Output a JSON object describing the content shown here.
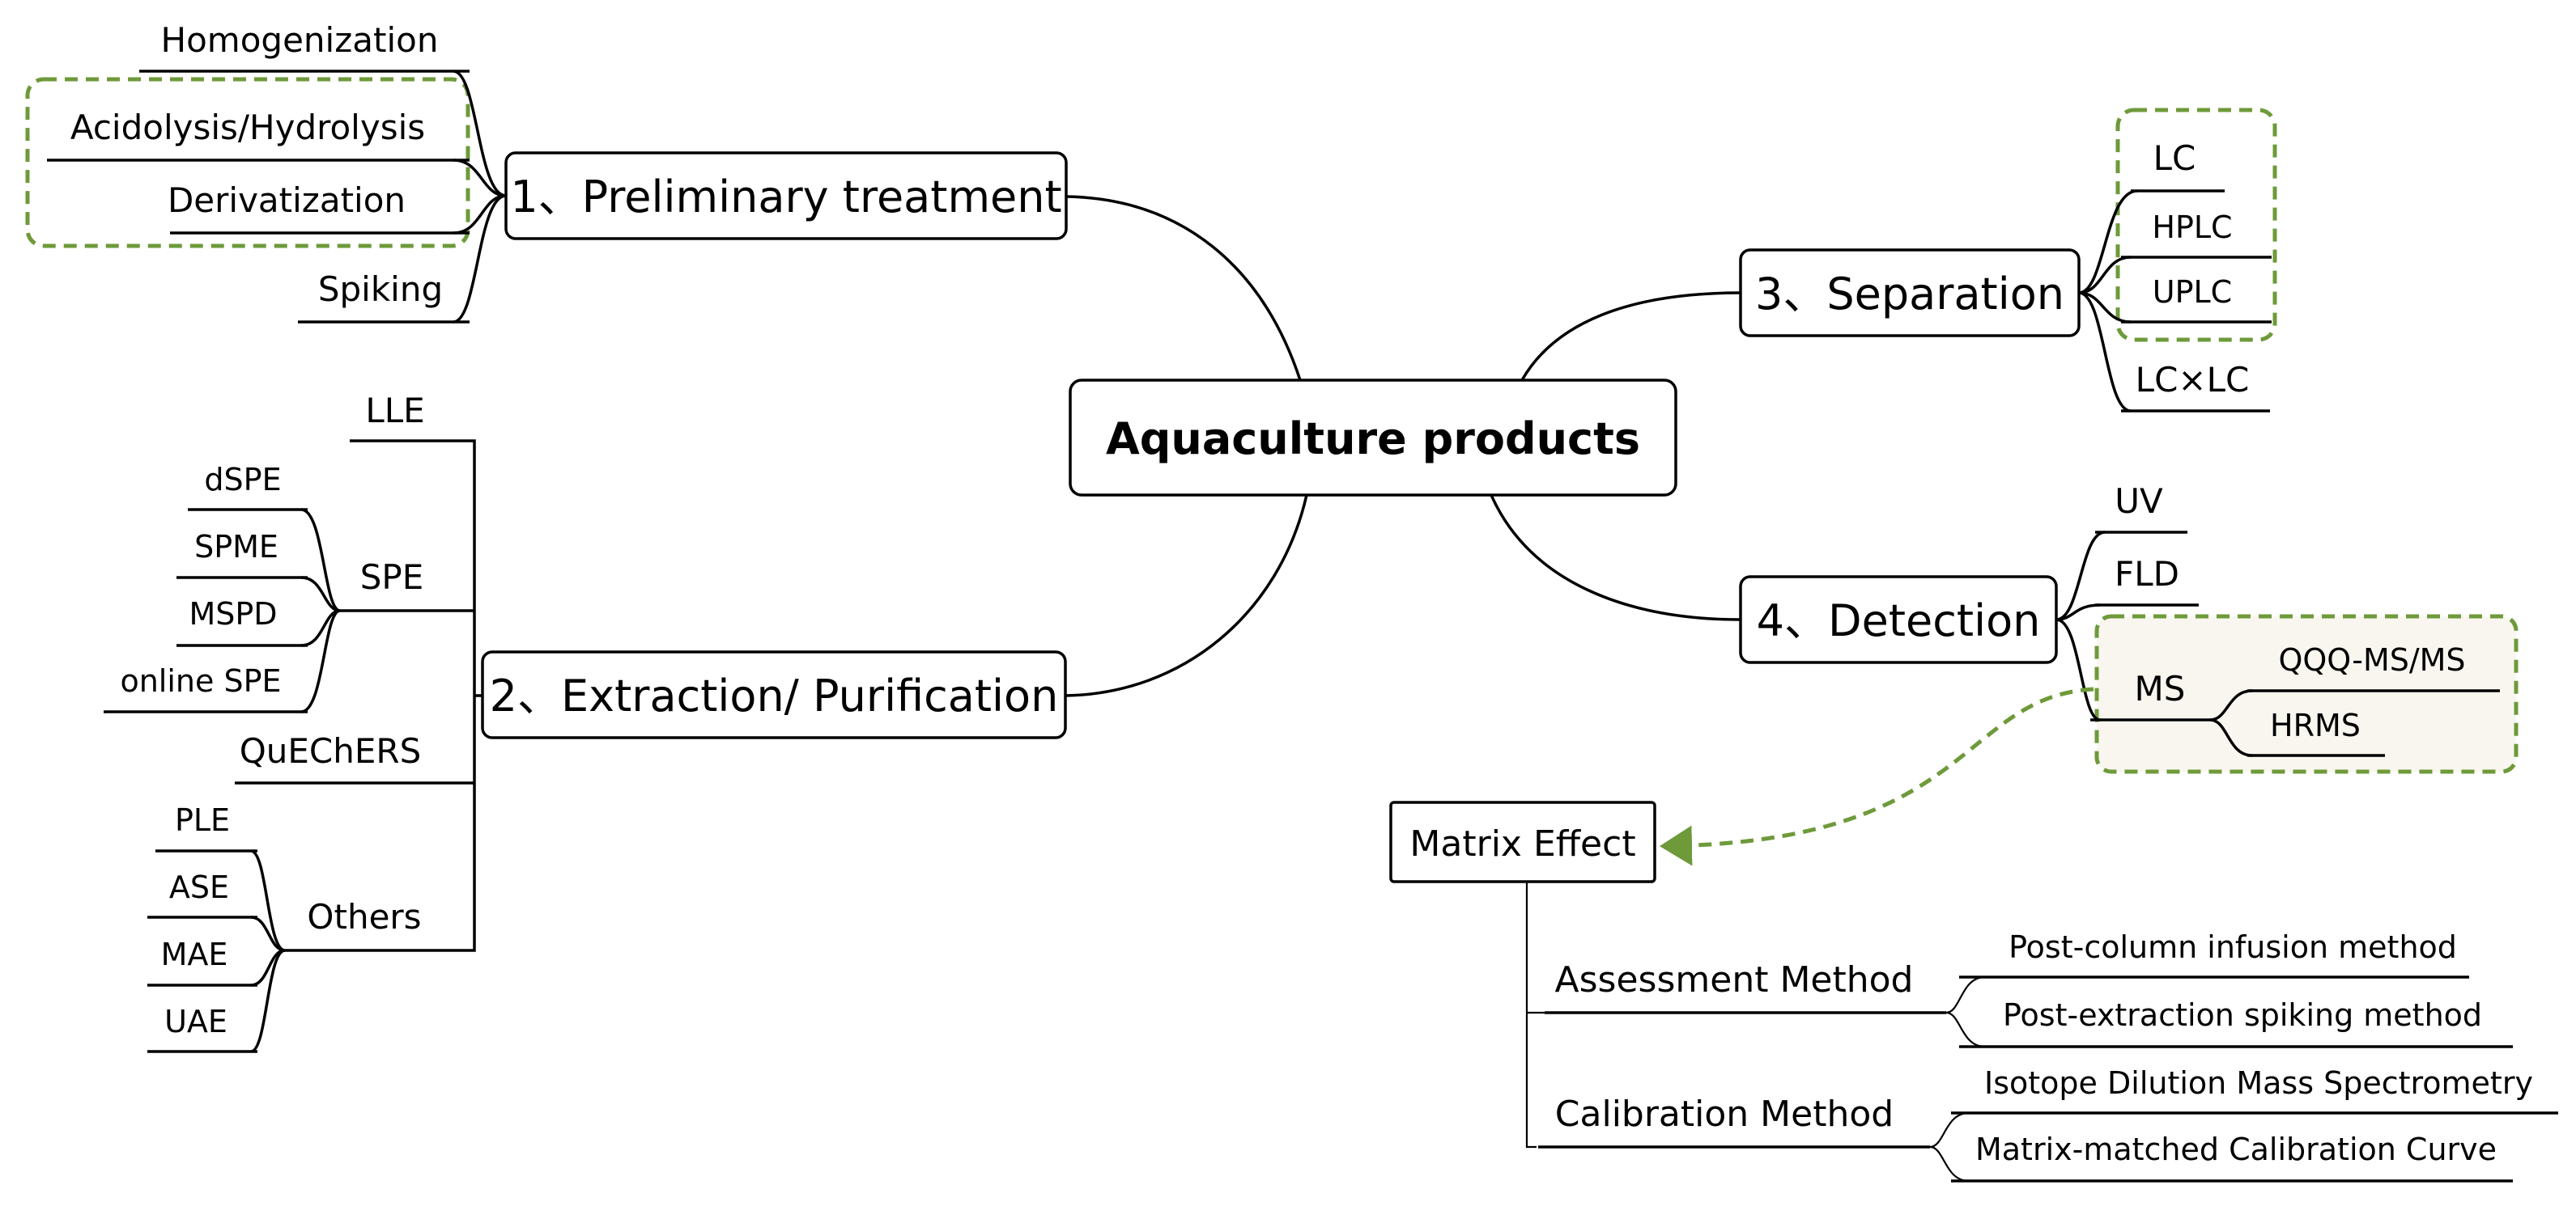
{
  "center": {
    "label": "Aquaculture products"
  },
  "preliminary": {
    "label": "1、Preliminary treatment",
    "items": [
      "Homogenization",
      "Acidolysis/Hydrolysis",
      "Derivatization",
      "Spiking"
    ]
  },
  "extraction": {
    "label": "2、Extraction/ Purification",
    "lle": "LLE",
    "spe": {
      "label": "SPE",
      "items": [
        "dSPE",
        "SPME",
        "MSPD",
        "online SPE"
      ]
    },
    "quechers": "QuEChERS",
    "others": {
      "label": "Others",
      "items": [
        "PLE",
        "ASE",
        "MAE",
        "UAE"
      ]
    }
  },
  "separation": {
    "label": "3、Separation",
    "items": [
      "LC",
      "HPLC",
      "UPLC",
      "LC×LC"
    ]
  },
  "detection": {
    "label": "4、Detection",
    "items": [
      "UV",
      "FLD"
    ],
    "ms": {
      "label": "MS",
      "items": [
        "QQQ-MS/MS",
        "HRMS"
      ]
    }
  },
  "matrix_effect": {
    "label": "Matrix Effect",
    "assessment": {
      "label": "Assessment Method",
      "items": [
        "Post-column infusion method",
        "Post-extraction spiking method"
      ]
    },
    "calibration": {
      "label": "Calibration Method",
      "items": [
        "Isotope Dilution Mass Spectrometry",
        "Matrix-matched Calibration Curve"
      ]
    }
  },
  "colors": {
    "highlight_dash": "#6e9a3a",
    "highlight_fill": "#f8f6ef",
    "line": "#000000"
  }
}
